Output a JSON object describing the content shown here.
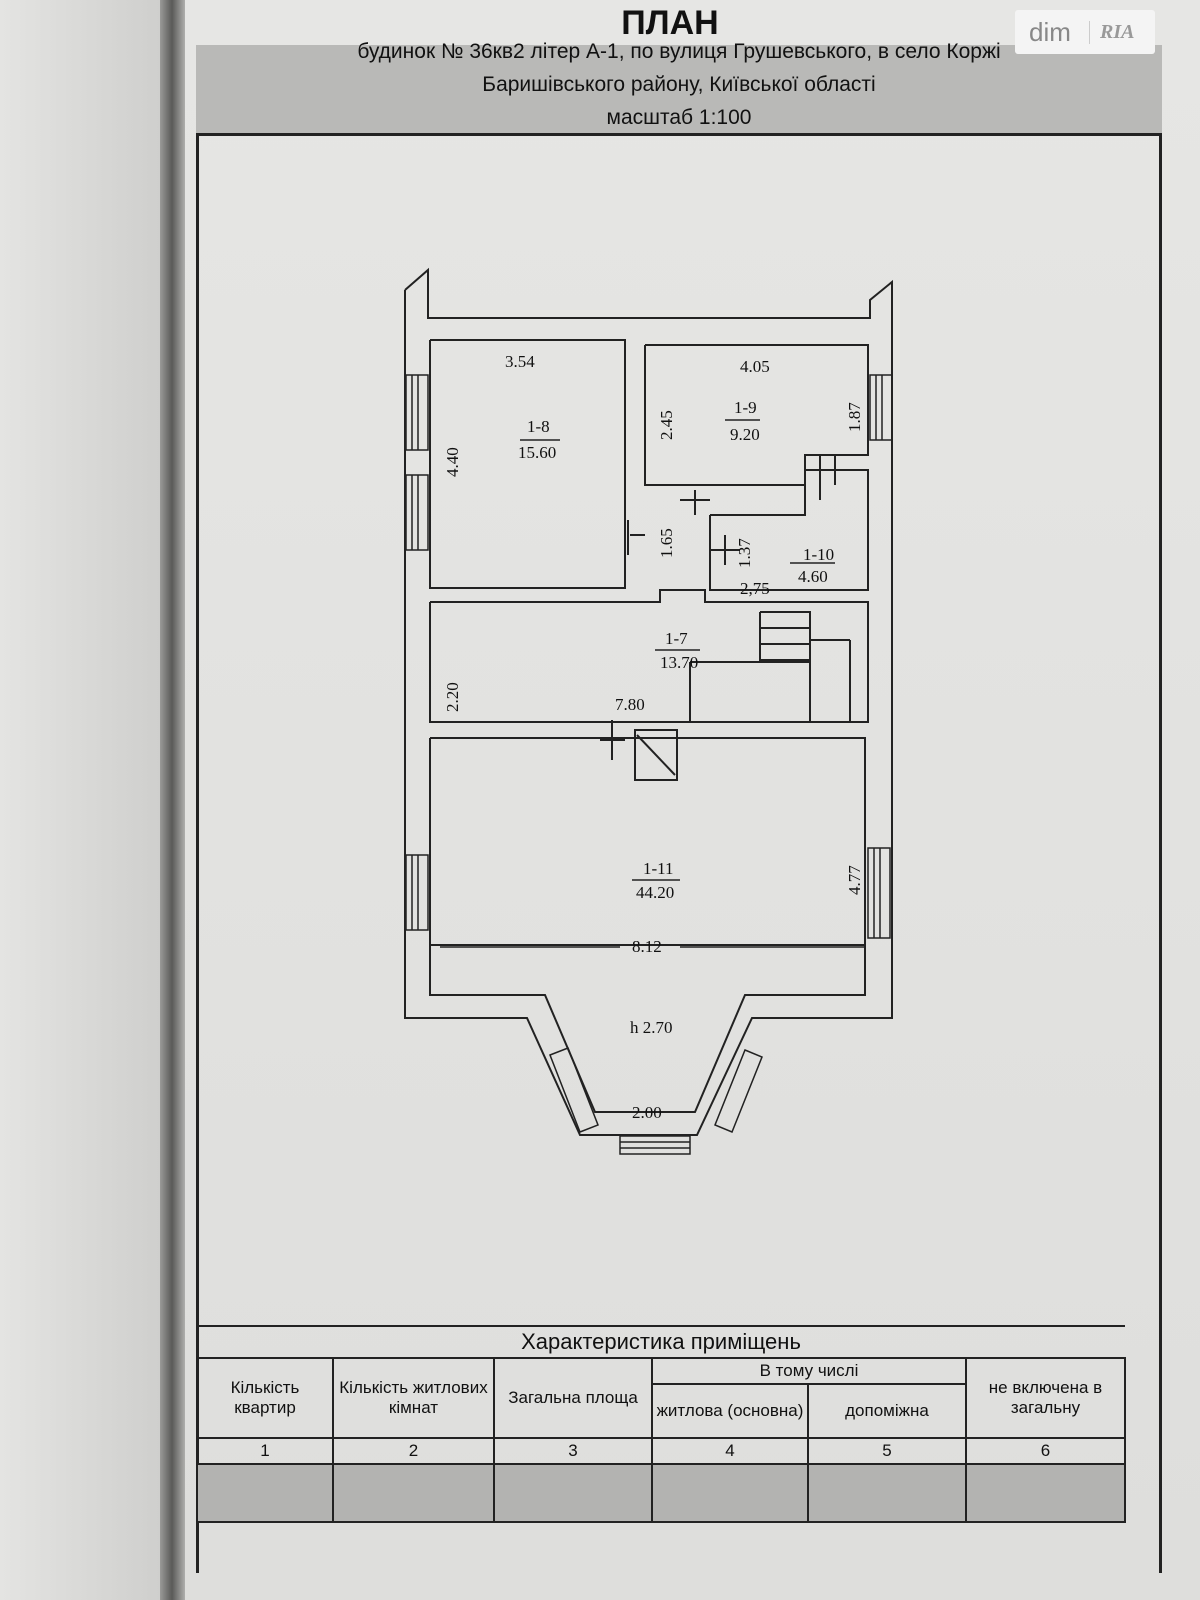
{
  "header": {
    "title": "ПЛАН",
    "address_line1": "будинок № 36кв2  літер А-1,   по   вулиця Грушевського,   в   село Коржі",
    "address_line2": "Баришівського району, Київської області",
    "scale": "масштаб 1:100"
  },
  "watermark": {
    "dim": "dim",
    "ria": "RIA"
  },
  "plan": {
    "rooms": [
      {
        "id": "1-8",
        "area": "15.60"
      },
      {
        "id": "1-9",
        "area": "9.20"
      },
      {
        "id": "1-10",
        "area": "4.60"
      },
      {
        "id": "1-7",
        "area": "13.70"
      },
      {
        "id": "1-11",
        "area": "44.20"
      }
    ],
    "dimensions": {
      "d354": "3.54",
      "d405": "4.05",
      "d440": "4.40",
      "d245": "2.45",
      "d187": "1.87",
      "d165": "1.65",
      "d137": "1.37",
      "d275": "2,75",
      "d220": "2.20",
      "d780": "7.80",
      "d477": "4.77",
      "d812": "8.12",
      "height": "h 2.70",
      "d200": "2.00"
    }
  },
  "table": {
    "title": "Характеристика приміщень",
    "col1": "Кількість квартир",
    "col2": "Кількість житлових кімнат",
    "col3": "Загальна площа",
    "group": "В тому числі",
    "col4": "житлова (основна)",
    "col5": "допоміжна",
    "col6": "не включена в загальну",
    "numbers": [
      "1",
      "2",
      "3",
      "4",
      "5",
      "6"
    ]
  }
}
